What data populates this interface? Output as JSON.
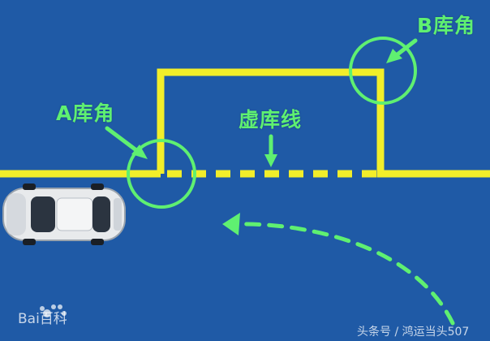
{
  "labels": {
    "corner_a": "A库角",
    "corner_b": "B库角",
    "dashed_line": "虚库线"
  },
  "watermark": {
    "left": "Bai百科",
    "right": "头条号 / 鸿运当头507"
  },
  "colors": {
    "background": "#1f5aa6",
    "parking_line": "#f2ee2a",
    "annotation": "#5ff071"
  },
  "icons": [
    "car-icon",
    "baidu-paw-icon"
  ]
}
